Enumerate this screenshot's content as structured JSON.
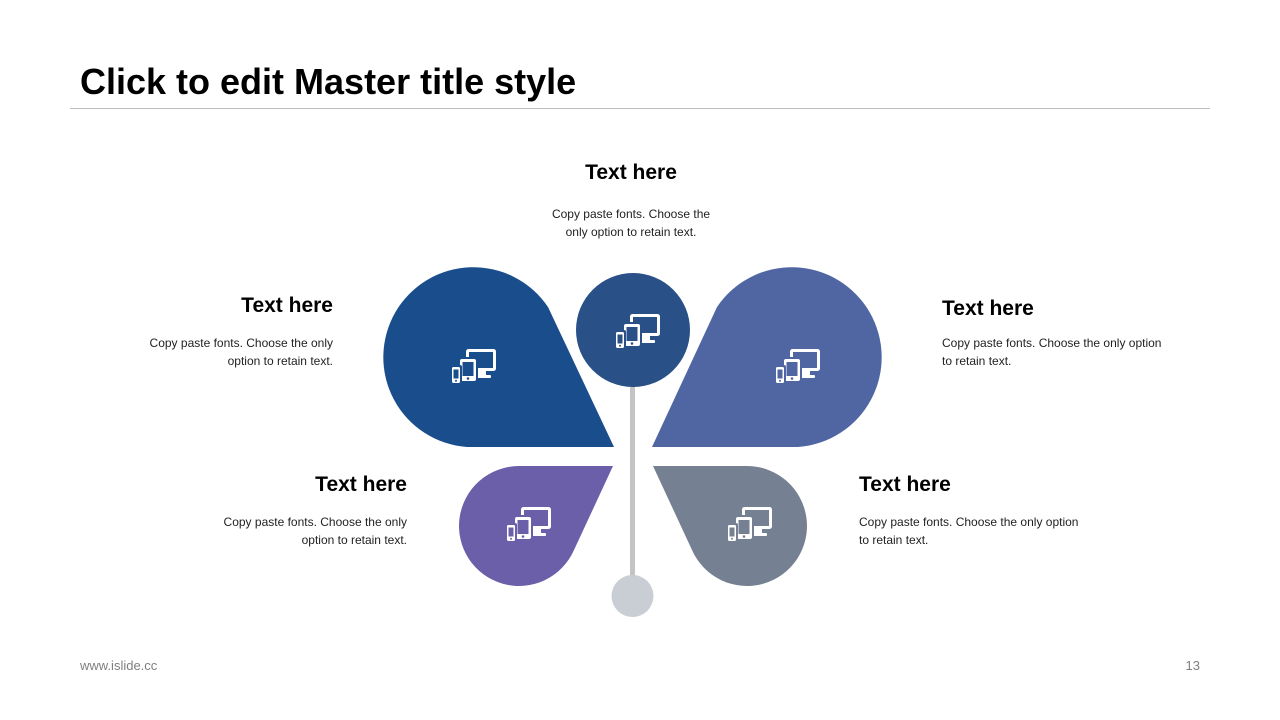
{
  "slide": {
    "title": "Click to edit Master title style",
    "footer_url": "www.islide.cc",
    "page_number": "13"
  },
  "colors": {
    "top_circle": "#2a5187",
    "petal_top_left": "#1a4d8c",
    "petal_top_right": "#5066a2",
    "petal_bottom_left": "#6a5fa8",
    "petal_bottom_right": "#758193",
    "stem": "#c4c4c4",
    "stem_end": "#c9cdd4",
    "icon": "#ffffff"
  },
  "blocks": {
    "top": {
      "heading": "Text here",
      "body_line1": "Copy paste fonts. Choose the",
      "body_line2": "only option to retain text."
    },
    "top_left": {
      "heading": "Text here",
      "body_line1": "Copy paste fonts. Choose the only",
      "body_line2": "option to retain text."
    },
    "top_right": {
      "heading": "Text here",
      "body_line1": "Copy paste fonts. Choose the only option",
      "body_line2": "to retain text."
    },
    "bottom_left": {
      "heading": "Text here",
      "body_line1": "Copy paste fonts. Choose the only",
      "body_line2": "option to retain text."
    },
    "bottom_right": {
      "heading": "Text here",
      "body_line1": "Copy paste fonts. Choose the only option",
      "body_line2": "to retain text."
    }
  },
  "icons": {
    "top_circle": "devices-icon",
    "petal_top_left": "devices-icon",
    "petal_top_right": "devices-icon",
    "petal_bottom_left": "devices-icon",
    "petal_bottom_right": "devices-icon"
  }
}
